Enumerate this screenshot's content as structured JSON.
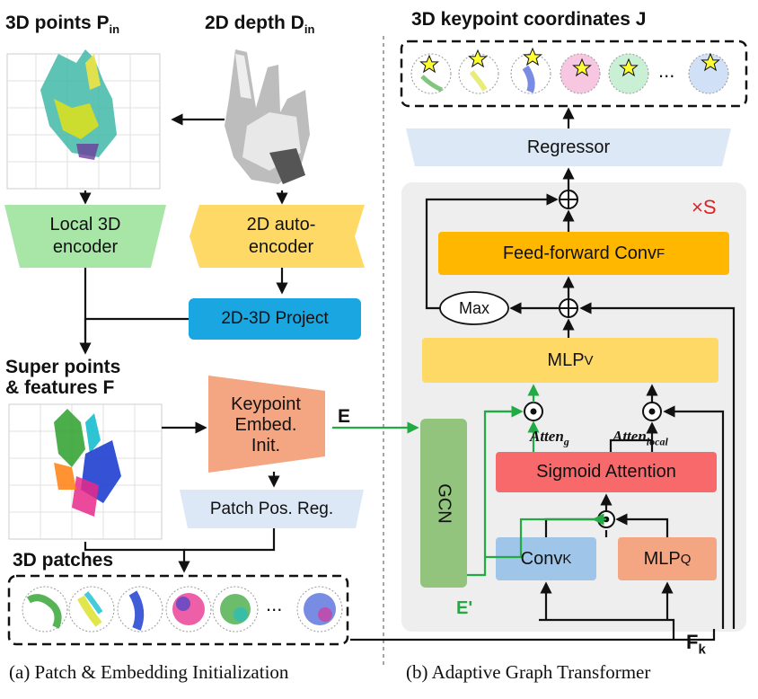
{
  "left": {
    "label_3d_points": "3D points P",
    "label_3d_points_sub": "in",
    "label_2d_depth": "2D depth D",
    "label_2d_depth_sub": "in",
    "local_encoder": "Local 3D\nencoder",
    "autoencoder": "2D auto-\nencoder",
    "project": "2D-3D Project",
    "super_points": "Super points\n& features F",
    "keypoint_init": "Keypoint\nEmbed.\nInit.",
    "edge_E": "E",
    "patch_pos": "Patch Pos. Reg.",
    "patches_title": "3D patches",
    "ellipsis": "...",
    "caption": "(a) Patch & Embedding Initialization"
  },
  "right": {
    "title": "3D keypoint coordinates J",
    "ellipsis": "...",
    "regressor": "Regressor",
    "repeat": "×S",
    "ff_conv": "Feed-forward Conv",
    "ff_conv_sub": "F",
    "max": "Max",
    "mlp_v": "MLP",
    "mlp_v_sub": "V",
    "atten_g": "Atten",
    "atten_g_sub": "g",
    "atten_local": "Atten",
    "atten_local_sub": "local",
    "sigmoid": "Sigmoid Attention",
    "gcn": "GCN",
    "conv_k": "Conv",
    "conv_k_sub": "K",
    "mlp_q": "MLP",
    "mlp_q_sub": "Q",
    "edge_E_prime": "E'",
    "fk": "F",
    "fk_sub": "k",
    "caption": "(b) Adaptive Graph Transformer"
  },
  "colors": {
    "green_box": "#a8e6a8",
    "yellow_box": "#ffd966",
    "blue_box": "#1aa6e0",
    "orange_box": "#f4a582",
    "light_blue_box": "#dce8f5",
    "gcn_box": "#93c47d",
    "feedforward_box": "#ffb700",
    "sigmoid_box": "#f8696b",
    "conv_k_box": "#9fc5e8",
    "mlp_q_box": "#f4a582",
    "panel_bg": "#eeeeee",
    "green_arrow": "#22aa44"
  },
  "icons": [
    "star-icon",
    "odot-icon",
    "oplus-icon"
  ]
}
